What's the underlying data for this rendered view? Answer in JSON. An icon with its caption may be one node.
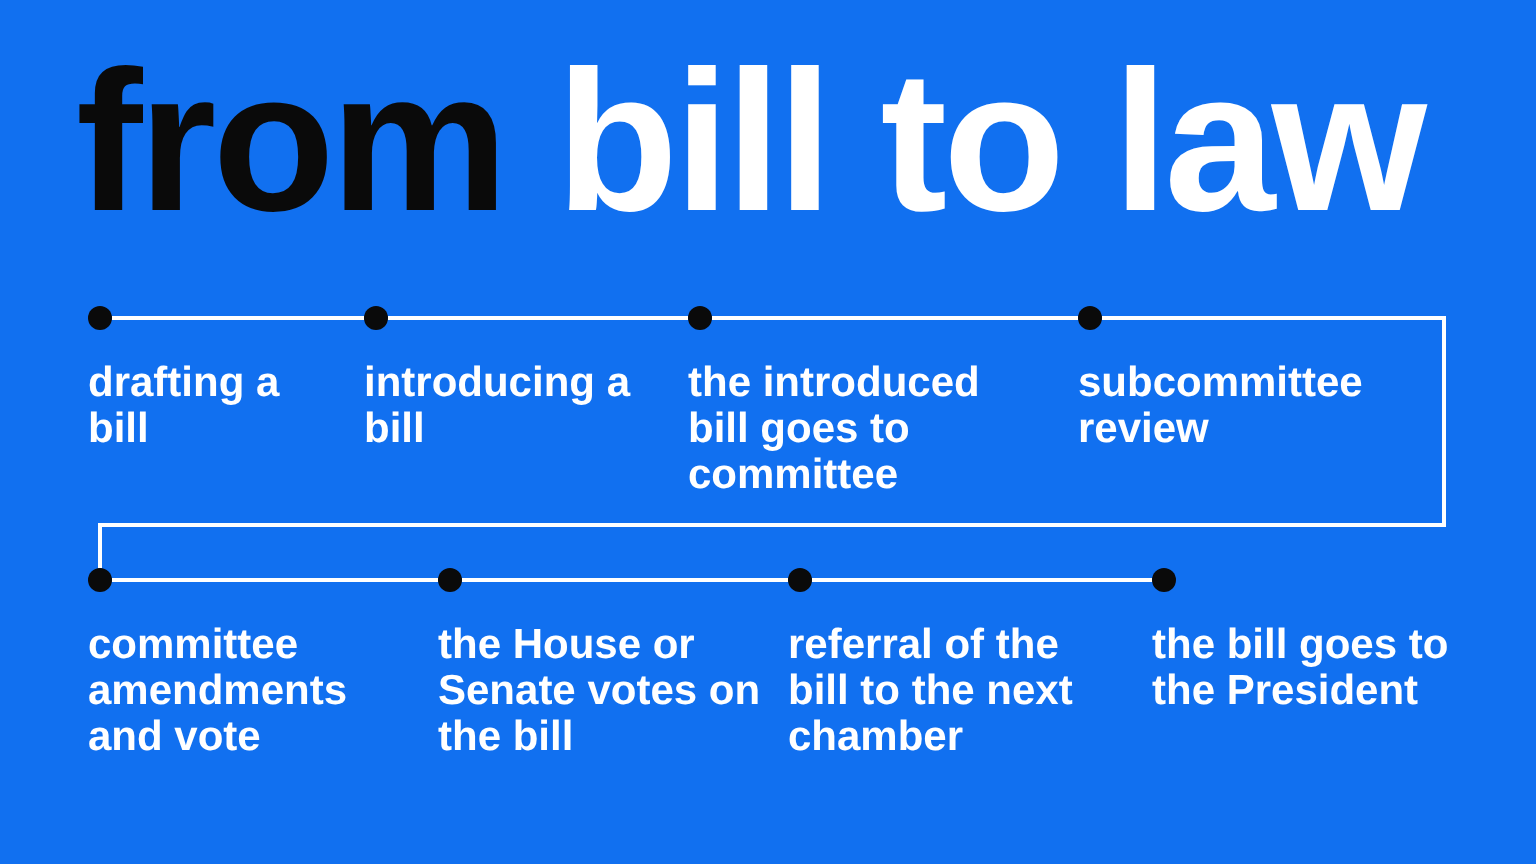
{
  "diagram": {
    "title": "from bill to law",
    "nodes": [
      {
        "text": [
          "drafting a bill"
        ]
      },
      {
        "text": [
          "introducing a bill"
        ]
      },
      {
        "text": [
          "the introduced bill goes to committee"
        ]
      },
      {
        "text": [
          "subcommittee review"
        ]
      },
      {
        "text": [
          "committee amendments and vote"
        ]
      },
      {
        "text": [
          "the House or Senate votes on the bill"
        ]
      },
      {
        "text": [
          "referral of the bill to the next chamber"
        ]
      },
      {
        "text": [
          "the bill goes to the President"
        ]
      }
    ],
    "edges": [
      {
        "from": 0,
        "to": 1,
        "arrow": "none"
      },
      {
        "from": 1,
        "to": 2,
        "arrow": "none"
      },
      {
        "from": 2,
        "to": 3,
        "arrow": "none"
      },
      {
        "from": 3,
        "to": 4,
        "arrow": "none"
      },
      {
        "from": 4,
        "to": 5,
        "arrow": "none"
      },
      {
        "from": 5,
        "to": 6,
        "arrow": "none"
      },
      {
        "from": 6,
        "to": 7,
        "arrow": "none"
      }
    ]
  }
}
